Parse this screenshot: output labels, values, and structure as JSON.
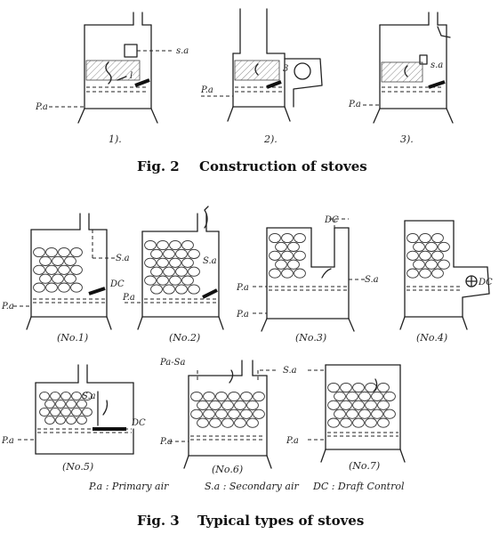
{
  "fig2": {
    "caption_num": "Fig. 2",
    "caption_text": "Construction of stoves",
    "stove_numbers": [
      "1).",
      "2).",
      "3)."
    ],
    "label_sa": "s.a",
    "label_pa": "P.a",
    "label_3": "3",
    "label_l": "l"
  },
  "fig3": {
    "caption_num": "Fig. 3",
    "caption_text": "Typical types of stoves",
    "stove_numbers": [
      "(No.1)",
      "(No.2)",
      "(No.3)",
      "(No.4)",
      "(No.5)",
      "(No.6)",
      "(No.7)"
    ],
    "label_pa": "P.a",
    "label_sa": "S.a",
    "label_dc": "DC",
    "label_pa_sa": "Pa-Sa",
    "legend": [
      "P.a : Primary air",
      "S.a : Secondary air",
      "DC : Draft Control"
    ]
  }
}
